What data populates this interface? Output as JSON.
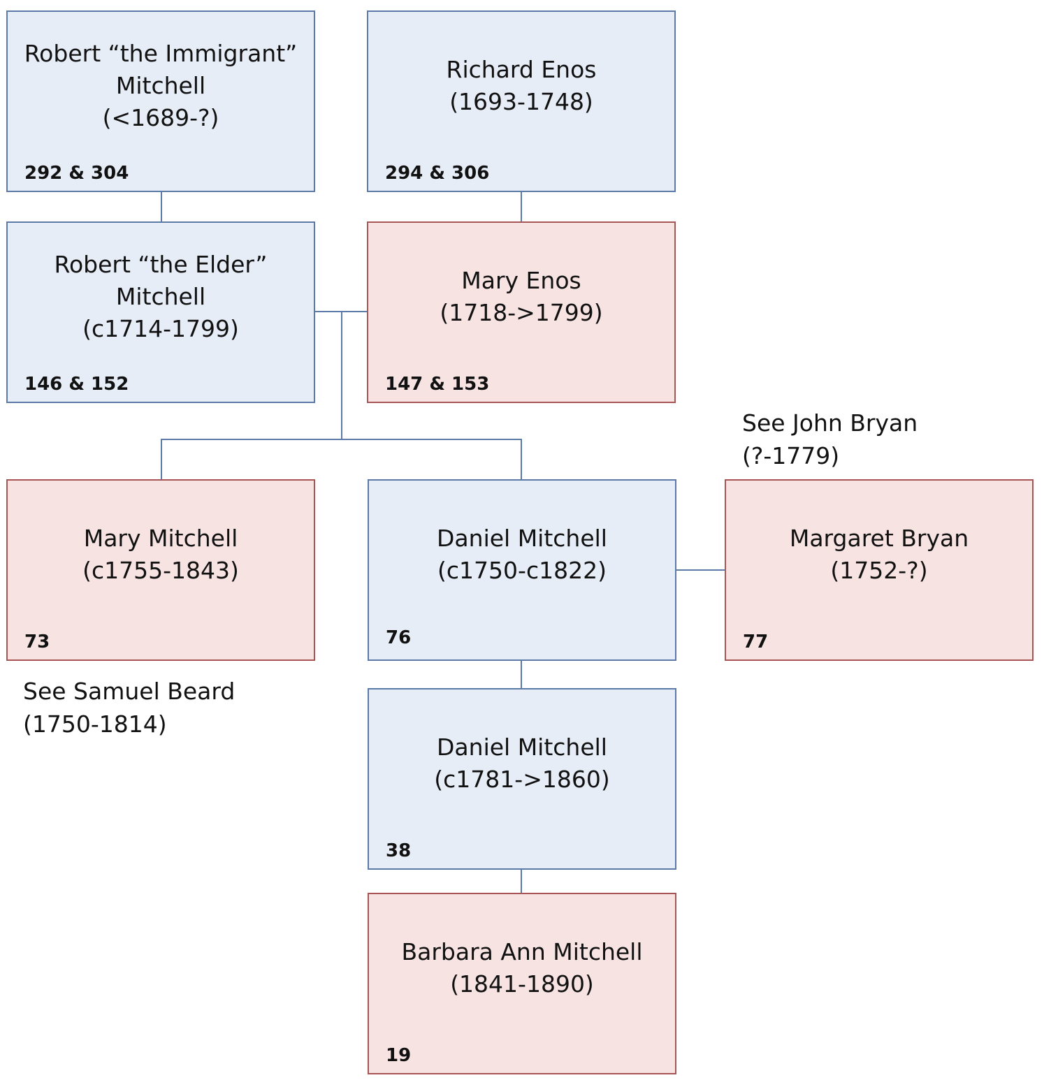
{
  "people": {
    "robert_immigrant": {
      "name": "Robert “the Immigrant” Mitchell",
      "name_lines": [
        "Robert “the Immigrant”",
        "Mitchell"
      ],
      "dates": "(<1689-?)",
      "number": "292 & 304",
      "sex": "male"
    },
    "richard_enos": {
      "name_lines": [
        "Richard Enos"
      ],
      "dates": "(1693-1748)",
      "number": "294 & 306",
      "sex": "male"
    },
    "robert_elder": {
      "name_lines": [
        "Robert “the Elder”",
        "Mitchell"
      ],
      "dates": "(c1714-1799)",
      "number": "146 & 152",
      "sex": "male"
    },
    "mary_enos": {
      "name_lines": [
        "Mary Enos"
      ],
      "dates": "(1718->1799)",
      "number": "147 & 153",
      "sex": "female"
    },
    "mary_mitchell": {
      "name_lines": [
        "Mary Mitchell"
      ],
      "dates": "(c1755-1843)",
      "number": "73",
      "sex": "female"
    },
    "daniel_mitchell_1750": {
      "name_lines": [
        "Daniel Mitchell"
      ],
      "dates": "(c1750-c1822)",
      "number": "76",
      "sex": "male"
    },
    "margaret_bryan": {
      "name_lines": [
        "Margaret Bryan"
      ],
      "dates": "(1752-?)",
      "number": "77",
      "sex": "female"
    },
    "daniel_mitchell_1781": {
      "name_lines": [
        "Daniel Mitchell"
      ],
      "dates": "(c1781->1860)",
      "number": "38",
      "sex": "male"
    },
    "barbara_ann_mitchell": {
      "name_lines": [
        "Barbara Ann Mitchell"
      ],
      "dates": "(1841-1890)",
      "number": "19",
      "sex": "female"
    }
  },
  "notes": {
    "john_bryan": {
      "line1": "See John Bryan",
      "line2": "(?-1779)"
    },
    "samuel_beard": {
      "line1": "See Samuel Beard",
      "line2": "(1750-1814)"
    }
  },
  "colors": {
    "male_fill": "#e6edf7",
    "male_border": "#5b7aa8",
    "female_fill": "#f7e3e2",
    "female_border": "#a85555",
    "connector": "#5b7aa8"
  }
}
